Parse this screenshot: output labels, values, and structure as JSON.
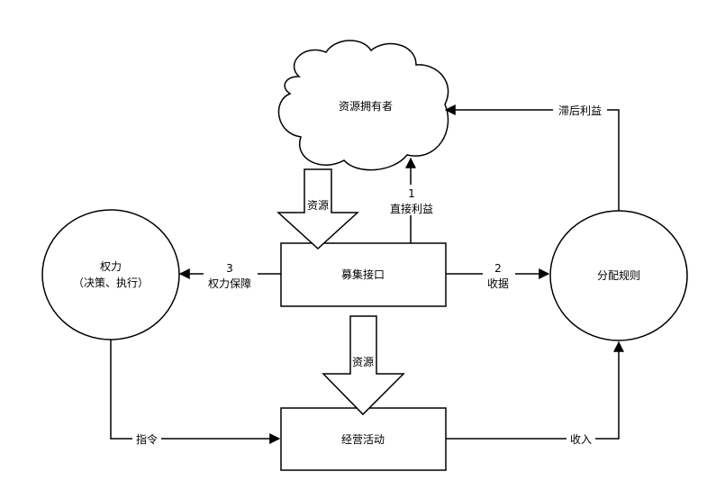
{
  "nodes": {
    "resource_owner": {
      "label": "资源拥有者"
    },
    "fundraising_interface": {
      "label": "募集接口"
    },
    "business_activity": {
      "label": "经营活动"
    },
    "power": {
      "label": "权力",
      "sublabel": "（决策、执行）"
    },
    "distribution_rule": {
      "label": "分配规则"
    }
  },
  "edges": {
    "direct_benefit": {
      "number": "1",
      "label": "直接利益"
    },
    "revenue": {
      "number": "2",
      "label": "收据"
    },
    "power_guarantee": {
      "number": "3",
      "label": "权力保障"
    },
    "delayed_benefit": {
      "label": "滞后利益"
    },
    "instruction": {
      "label": "指令"
    },
    "income": {
      "label": "收入"
    }
  },
  "big_arrows": {
    "top": {
      "label": "资源"
    },
    "bottom": {
      "label": "资源"
    }
  },
  "colors": {
    "stroke": "#000000",
    "fill": "#ffffff",
    "text": "#000000"
  }
}
